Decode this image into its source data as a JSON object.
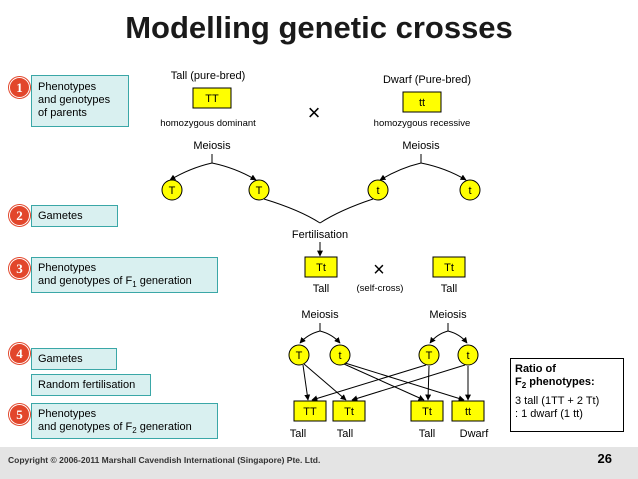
{
  "title": "Modelling genetic crosses",
  "steps": [
    {
      "num": "1",
      "lines": [
        "Phenotypes",
        "and genotypes",
        "of parents"
      ]
    },
    {
      "num": "2",
      "lines": [
        "Gametes"
      ]
    },
    {
      "num": "3",
      "lines": [
        "Phenotypes",
        "and genotypes of F",
        "1",
        " generation"
      ]
    },
    {
      "num": "4",
      "lines": [
        "Gametes",
        "Random fertilisation"
      ]
    },
    {
      "num": "5",
      "lines": [
        "Phenotypes",
        "and genotypes of F",
        "2",
        " generation"
      ]
    }
  ],
  "parents": {
    "left_phenotype": "Tall (pure-bred)",
    "left_genotype": "TT",
    "left_zygosity": "homozygous dominant",
    "right_phenotype": "Dwarf (Pure-bred)",
    "right_genotype": "tt",
    "right_zygosity": "homozygous recessive",
    "cross_symbol": "×"
  },
  "meiosis_label": "Meiosis",
  "gametes_p": [
    "T",
    "T",
    "t",
    "t"
  ],
  "fertilisation_label": "Fertilisation",
  "f1": {
    "genotypes": [
      "Tt",
      "Tt"
    ],
    "phenotypes": [
      "Tall",
      "Tall"
    ],
    "self_cross_label": "(self-cross)",
    "cross_symbol": "×"
  },
  "gametes_f1": [
    "T",
    "t",
    "T",
    "t"
  ],
  "f2": {
    "genotypes": [
      "TT",
      "Tt",
      "Tt",
      "tt"
    ],
    "phenotypes": [
      "Tall",
      "Tall",
      "Tall",
      "Dwarf"
    ]
  },
  "ratio": {
    "heading_line1": "Ratio of",
    "heading_line2_a": "F",
    "heading_line2_sub": "2",
    "heading_line2_b": " phenotypes:",
    "line1": "3 tall (1TT + 2 Tt)",
    "line2": ": 1 dwarf (1 tt)"
  },
  "footer": {
    "copyright": "Copyright © 2006-2011 Marshall Cavendish International (Singapore) Pte. Ltd.",
    "page": "26"
  },
  "colors": {
    "box_yellow": "#ffff00",
    "side_box": "#d9f0f0",
    "side_border": "#3aa7a7",
    "badge": "#e2462b",
    "footer_bg": "#e4e4e4"
  }
}
